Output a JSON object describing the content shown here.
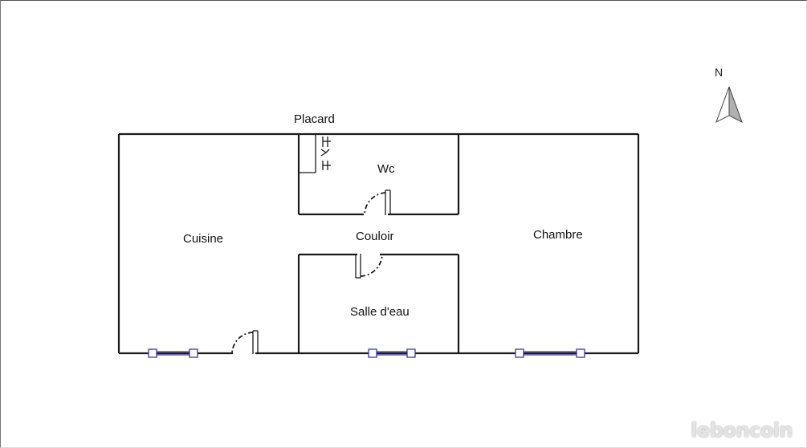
{
  "plan": {
    "rooms": {
      "placard": "Placard",
      "wc": "Wc",
      "cuisine": "Cuisine",
      "couloir": "Couloir",
      "chambre": "Chambre",
      "salle_eau": "Salle d'eau"
    },
    "compass": {
      "label": "N"
    },
    "watermark": "leboncoin",
    "colors": {
      "walls": "#1a1a1a",
      "windows": "#3a3a9a",
      "background": "#ffffff"
    }
  }
}
